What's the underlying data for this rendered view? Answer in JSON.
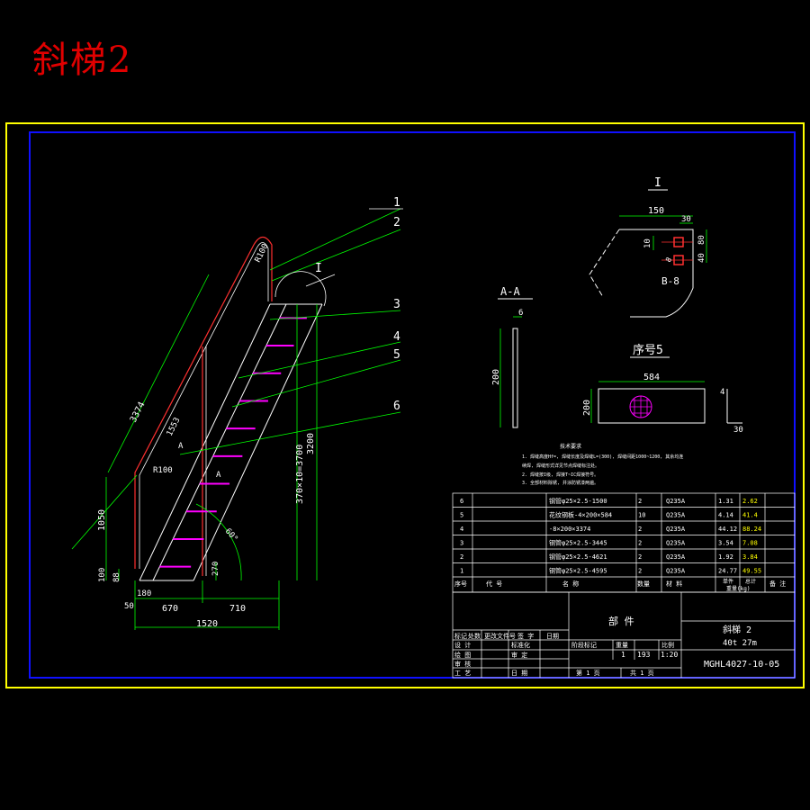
{
  "title": "斜梯2",
  "colors": {
    "frame_outer": "#ffff00",
    "frame_inner": "#0000ff",
    "line": "#ffffff",
    "dim": "#00ff00",
    "leader": "#00ff00",
    "tread": "#ff00ff",
    "pipe": "#ff0000",
    "hatch": "#ff00ff",
    "text": "#ffffff",
    "weight_hl": "#ffff00"
  },
  "main_view": {
    "callouts": [
      "1",
      "2",
      "3",
      "4",
      "5",
      "6"
    ],
    "detail_mark": "I",
    "section_mark": "A",
    "dims": {
      "overall_len": "3374",
      "top_radius": "R100",
      "mid_len": "1553",
      "bottom_radius": "R100",
      "left_height": "1050",
      "h100": "100",
      "h88": "88",
      "h50": "50",
      "w180": "180",
      "w670": "670",
      "w710": "710",
      "w1520": "1520",
      "h270": "270",
      "steps": "370×10=3700",
      "total_h": "3200",
      "angle": "60°"
    }
  },
  "section_aa": {
    "label": "A-A",
    "thickness": "6",
    "height": "200"
  },
  "detail_i": {
    "label": "I",
    "w150": "150",
    "d30": "30",
    "d10": "10",
    "d80": "80",
    "d40": "40",
    "d5": "8",
    "bolt": "B-8"
  },
  "part5": {
    "label": "序号5",
    "width": "584",
    "height": "200",
    "thickness": "4",
    "offset": "30"
  },
  "tech_notes": [
    "技术要求",
    "1. 焊缝高度Hf=, 焊缝长度及焊缝L=(300), 焊缝间距1000~1200, 其余均连",
    "    续焊, 焊缝形式详见节点焊缝标注处。",
    "2. 焊缝按I级, 焊接T~IC焊接符号。",
    "3. 全部材料除锈, 并涂防锈漆两遍。"
  ],
  "bom": {
    "rows": [
      {
        "no": "6",
        "code": "",
        "name": "钢管φ25×2.5-1500",
        "qty": "2",
        "material": "Q235A",
        "unit": "1.31",
        "total": "2.62",
        "note": ""
      },
      {
        "no": "5",
        "code": "",
        "name": "花纹钢板-4×200×584",
        "qty": "10",
        "material": "Q235A",
        "unit": "4.14",
        "total": "41.4",
        "note": ""
      },
      {
        "no": "4",
        "code": "",
        "name": "-8×200×3374",
        "qty": "2",
        "material": "Q235A",
        "unit": "44.12",
        "total": "88.24",
        "note": ""
      },
      {
        "no": "3",
        "code": "",
        "name": "钢管φ25×2.5-3445",
        "qty": "2",
        "material": "Q235A",
        "unit": "3.54",
        "total": "7.08",
        "note": ""
      },
      {
        "no": "2",
        "code": "",
        "name": "钢管φ25×2.5-4621",
        "qty": "2",
        "material": "Q235A",
        "unit": "1.92",
        "total": "3.84",
        "note": ""
      },
      {
        "no": "1",
        "code": "",
        "name": "钢管φ25×2.5-4595",
        "qty": "2",
        "material": "Q235A",
        "unit": "24.77",
        "total": "49.55",
        "note": ""
      }
    ],
    "header": {
      "no": "序号",
      "code": "代    号",
      "name": "名    称",
      "qty": "数量",
      "material": "材    料",
      "unit_weight": "单件",
      "total_weight": "总计",
      "weight_unit": "重量(kg)",
      "note": "备 注"
    }
  },
  "titleblock": {
    "part_type": "部    件",
    "name": "斜梯 2",
    "subtitle": "40t 27m",
    "drawing_no": "MGHL4027-10-05",
    "labels": {
      "mark": "标记",
      "count": "处数",
      "change_doc": "更改文件号",
      "sign": "签 字",
      "date": "日期",
      "design": "设 计",
      "draw": "绘 图",
      "check": "审 核",
      "process": "工 艺",
      "std": "标准化",
      "approve": "审 定",
      "date2": "日 期",
      "stage": "阶段标记",
      "weight": "重量",
      "scale_label": "比例"
    },
    "qty": "1",
    "weight": "193",
    "scale": "1:20",
    "sheet": "第 1 页",
    "sheets": "共 1 页"
  }
}
